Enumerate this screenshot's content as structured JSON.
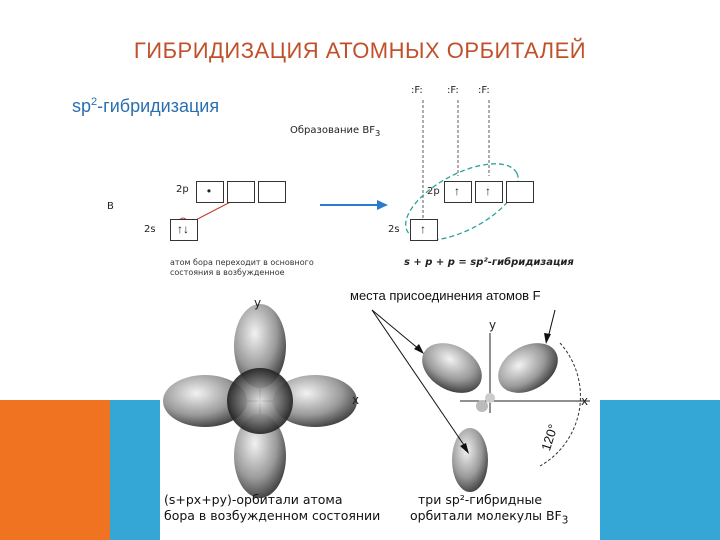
{
  "slide": {
    "title": "ГИБРИДИЗАЦИЯ АТОМНЫХ ОРБИТАЛЕЙ",
    "subtitle_main": "sp",
    "subtitle_sup": "2",
    "subtitle_rest": "-гибридизация"
  },
  "diagram_left": {
    "heading": "Образование BF",
    "heading_sub": "3",
    "element": "B",
    "level_2p": "2p",
    "level_2s": "2s",
    "note_line1": "атом бора переходит в основного",
    "note_line2": "состояния в возбужденное"
  },
  "diagram_right": {
    "fluorine_1": ":F:",
    "fluorine_2": ":F:",
    "fluorine_3": ":F:",
    "level_2p": "2p",
    "level_2s": "2s",
    "equation": "s + p + p = sp²-гибридизация"
  },
  "figure": {
    "top_caption": "места присоединения атомов F",
    "axis_y_left": "y",
    "axis_x_left": "x",
    "axis_y_right": "y",
    "axis_x_right": "x",
    "angle": "120°",
    "caption_left_1": "(s+px+py)-орбитали атома",
    "caption_left_2": "бора в возбужденном состоянии",
    "caption_right_1": "три sp²-гибридные",
    "caption_right_2": "орбитали молекулы BF",
    "caption_right_sub": "3"
  },
  "colors": {
    "title": "#c0502a",
    "subtitle": "#2a6fb0",
    "orange": "#f07322",
    "blue": "#35a7d7",
    "dashed": "#2aa39a"
  }
}
